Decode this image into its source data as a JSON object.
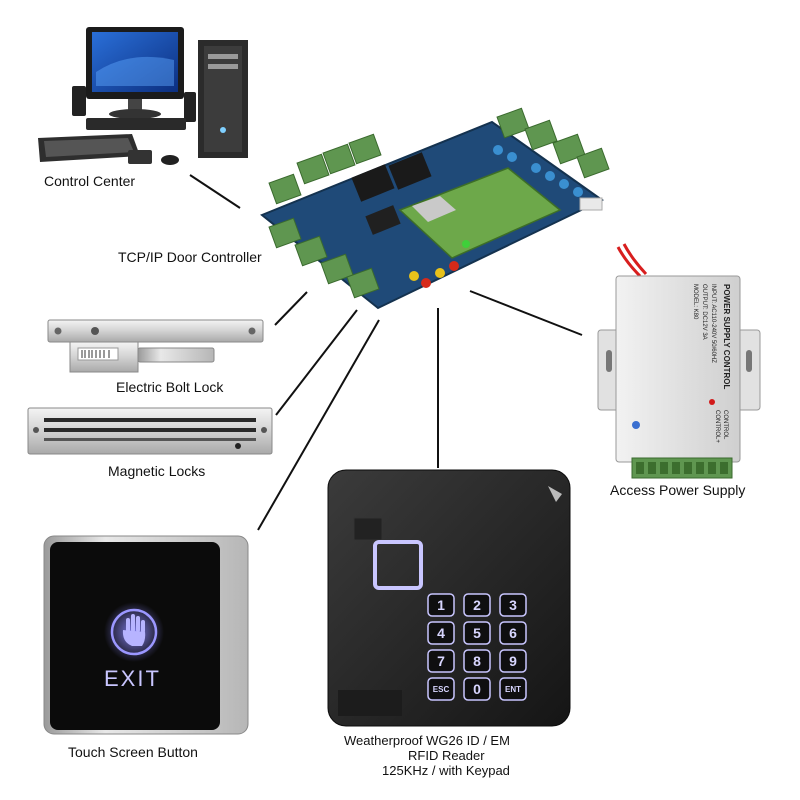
{
  "labels": {
    "control_center": "Control Center",
    "door_controller": "TCP/IP Door Controller",
    "electric_bolt": "Electric Bolt Lock",
    "magnetic_locks": "Magnetic Locks",
    "power_supply": "Access Power Supply",
    "touch_button": "Touch Screen Button",
    "rfid_line1": "Weatherproof  WG26 ID / EM",
    "rfid_line2": "RFID Reader",
    "rfid_line3": "125KHz / with Keypad"
  },
  "exit_button": {
    "text": "EXIT"
  },
  "keypad": {
    "keys": [
      "1",
      "2",
      "3",
      "4",
      "5",
      "6",
      "7",
      "8",
      "9",
      "ESC",
      "0",
      "ENT"
    ]
  },
  "power_supply_text": {
    "title": "POWER SUPPLY CONTROL",
    "spec1": "INPUT: AC110-240V 50/60HZ",
    "spec2": "OUTPUT: DC12V  3A",
    "spec3": "MODEL: K80",
    "terminal1": "CONTROL",
    "terminal2": "CONTROL+"
  },
  "colors": {
    "pcb_blue": "#1f4a78",
    "terminal_green": "#5f9650",
    "keypad_glow": "#c9c6ff",
    "exit_glow": "#b7b4ff"
  }
}
